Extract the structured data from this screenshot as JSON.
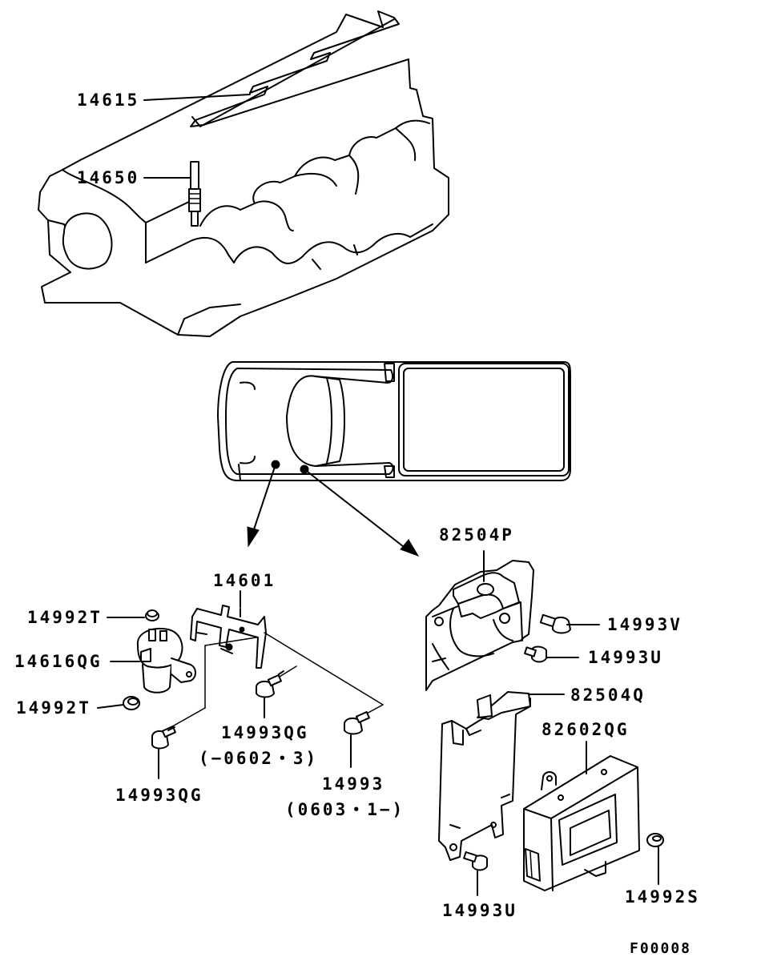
{
  "labels": {
    "p14615": "14615",
    "p14650": "14650",
    "p82504P": "82504P",
    "p14601": "14601",
    "p14992T_top": "14992T",
    "p14616QG": "14616QG",
    "p14992T_bottom": "14992T",
    "p14993V": "14993V",
    "p14993U_right": "14993U",
    "p82504Q": "82504Q",
    "p82602QG": "82602QG",
    "p14993QG_mid": "14993QG",
    "p14993QG_mid_range": "(−0602・3)",
    "p14993": "14993",
    "p14993_range": "(0603・1−)",
    "p14993QG_bottom": "14993QG",
    "p14993U_bottom": "14993U",
    "p14992S": "14992S",
    "figure_code": "F00008"
  },
  "colors": {
    "line": "#000000",
    "background": "#ffffff"
  }
}
